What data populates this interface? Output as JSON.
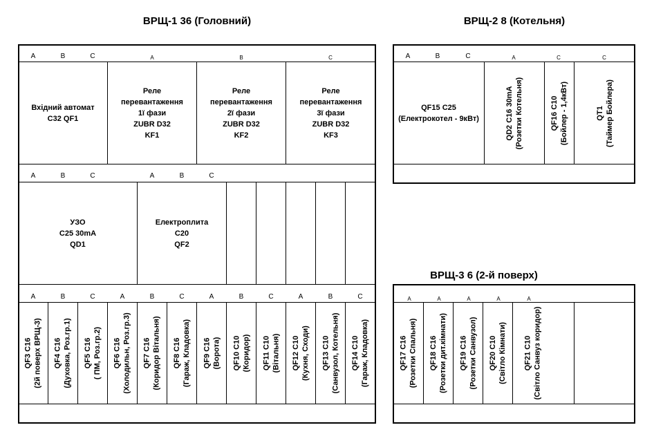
{
  "titles": {
    "vrsh1": "ВРЩ-1 36 (Головний)",
    "vrsh2": "ВРЩ-2  8 (Котельня)",
    "vrsh3": "ВРЩ-3  6 (2-й поверх)"
  },
  "vrsh1": {
    "row1": {
      "phases_main": [
        "A",
        "B",
        "C"
      ],
      "relay_phases": [
        "A",
        "B",
        "C"
      ],
      "input_breaker": [
        "Вхідний автомат",
        "C32  QF1"
      ],
      "relay1": [
        "Реле",
        "перевантаження",
        "1ї фази",
        "ZUBR D32",
        "KF1"
      ],
      "relay2": [
        "Реле",
        "перевантаження",
        "2ї фази",
        "ZUBR D32",
        "KF2"
      ],
      "relay3": [
        "Реле",
        "перевантаження",
        "3ї фази",
        "ZUBR D32",
        "KF3"
      ]
    },
    "row2": {
      "phases_uzo": [
        "A",
        "B",
        "C"
      ],
      "phases_stove": [
        "A",
        "B",
        "C"
      ],
      "uzo": [
        "УЗО",
        "C25 30mA",
        "QD1"
      ],
      "stove": [
        "Електроплита",
        "C20",
        "QF2"
      ]
    },
    "row3": {
      "phases": [
        "A",
        "B",
        "C",
        "A",
        "B",
        "C",
        "A",
        "B",
        "C",
        "A",
        "B",
        "C"
      ],
      "breakers": [
        [
          "QF3  C16",
          "(2й поверх ВРЩ-3)"
        ],
        [
          "QF4  C16",
          "(Духовка, Роз.гр.1)"
        ],
        [
          "QF5 C16",
          "( ПМ, Роз.гр.2)"
        ],
        [
          "QF6  C16",
          "(Холодильн, Роз.гр.3)"
        ],
        [
          "QF7  C16",
          "(Коридор Вітальня)"
        ],
        [
          "QF8  C16",
          "(Гараж, Кладовка)"
        ],
        [
          "QF9  C16",
          "(Ворота)"
        ],
        [
          "QF10  C10",
          "(Коридор)"
        ],
        [
          "QF11  C10",
          "(Вітальня)"
        ],
        [
          "QF12  C10",
          "(Кухня, Сходи)"
        ],
        [
          "QF13  C10",
          "(Санвузол, Котельня)"
        ],
        [
          "QF14  C10",
          "(Гараж, Кладовка)"
        ]
      ]
    }
  },
  "vrsh2": {
    "phases_main": [
      "A",
      "B",
      "C"
    ],
    "phases_small": [
      "A",
      "C",
      "C"
    ],
    "qf15": [
      "QF15    C25",
      "(Електрокотел - 9кВт)"
    ],
    "qd2": [
      "QD2  C16  30mA",
      "(Розетки Котельня)"
    ],
    "qf16": [
      "QF16   C10",
      "(Бойлер - 1,4кВт)"
    ],
    "qt1": [
      "QT1",
      "(Таймер Бойлера)"
    ]
  },
  "vrsh3": {
    "phases": [
      "A",
      "A",
      "A",
      "A",
      "A"
    ],
    "breakers": [
      [
        "QF17  C16",
        "(Розетки Спальня)"
      ],
      [
        "QF18  C16",
        "(Розетки дит.кімнати)"
      ],
      [
        "QF19  C16",
        "(Розетки Санвузол)"
      ],
      [
        "QF20  C10",
        "(Світло Кімнати)"
      ],
      [
        "QF21  C10",
        "(Світло Санвуз коридор)"
      ]
    ]
  }
}
